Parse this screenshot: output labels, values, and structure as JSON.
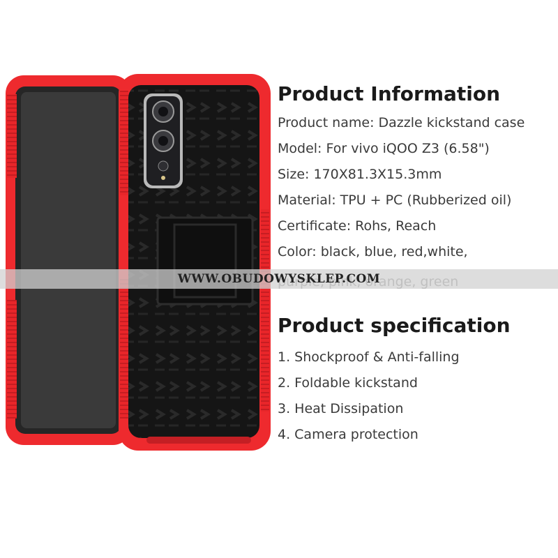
{
  "watermark": "WWW.OBUDOWYSKLEP.COM",
  "info": {
    "title": "Product Information",
    "lines": [
      "Product name: Dazzle kickstand case",
      "Model: For vivo iQOO Z3 (6.58\")",
      "Size: 170X81.3X15.3mm",
      "Material: TPU + PC (Rubberized oil)",
      "Certificate: Rohs, Reach",
      "Color: black, blue, red,white,"
    ],
    "colors_continued": "purple, pink, orange, green"
  },
  "spec": {
    "title": "Product specification",
    "items": [
      "1. Shockproof & Anti-falling",
      "2. Foldable kickstand",
      "3. Heat Dissipation",
      "4. Camera protection"
    ]
  },
  "colors": {
    "case_red": "#f0262b",
    "case_black": "#141414",
    "screen": "#2e2e2e"
  }
}
